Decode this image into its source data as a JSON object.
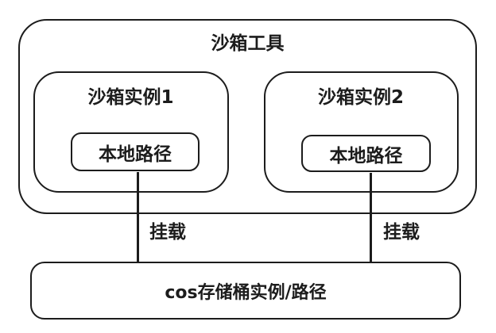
{
  "colors": {
    "stroke": "#1c1c1c",
    "text": "#1c1c1c",
    "background": "#ffffff"
  },
  "diagram": {
    "tool": {
      "title": "沙箱工具"
    },
    "instances": [
      {
        "label": "沙箱实例1",
        "path_box": "本地路径",
        "mount_label": "挂载"
      },
      {
        "label": "沙箱实例2",
        "path_box": "本地路径",
        "mount_label": "挂载"
      }
    ],
    "storage": {
      "label": "cos存储桶实例/路径"
    }
  }
}
